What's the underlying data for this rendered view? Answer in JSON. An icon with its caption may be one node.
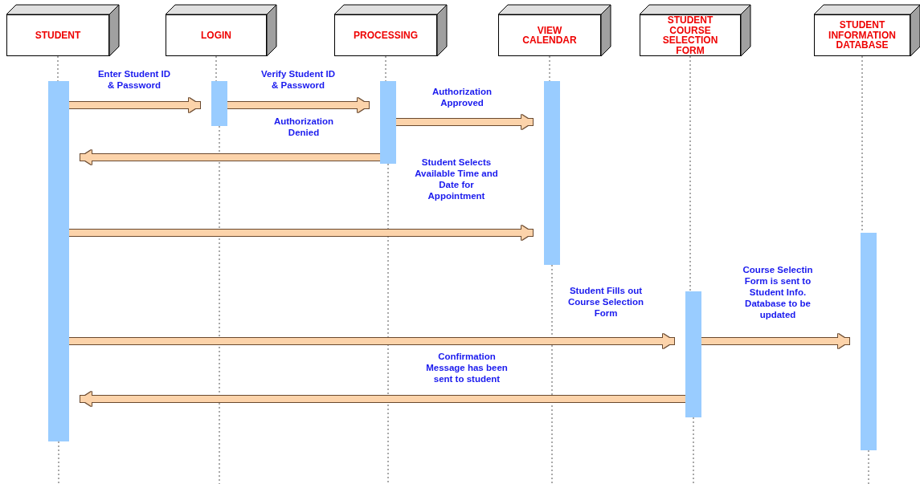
{
  "diagram": {
    "nodes": [
      {
        "text": [
          "STUDENT"
        ]
      },
      {
        "text": [
          "LOGIN"
        ]
      },
      {
        "text": [
          "PROCESSING"
        ]
      },
      {
        "text": [
          "VIEW CALENDAR"
        ]
      },
      {
        "text": [
          "STUDENT COURSE SELECTION FORM"
        ]
      },
      {
        "text": [
          "STUDENT INFORMATION DATABASE"
        ]
      },
      {
        "text": [],
        "shape": "bar"
      },
      {
        "text": [],
        "shape": "bar"
      },
      {
        "text": [],
        "shape": "bar"
      },
      {
        "text": [],
        "shape": "bar"
      },
      {
        "text": [],
        "shape": "bar"
      },
      {
        "text": [],
        "shape": "bar"
      }
    ],
    "edges": [
      {
        "from": 0,
        "to": 6,
        "arrow": "none",
        "style": "dashed",
        "color": "#555555"
      },
      {
        "from": 1,
        "to": 7,
        "arrow": "none",
        "style": "dashed",
        "color": "#555555"
      },
      {
        "from": 2,
        "to": 8,
        "arrow": "none",
        "style": "dashed",
        "color": "#555555"
      },
      {
        "from": 3,
        "to": 9,
        "arrow": "none",
        "style": "dashed",
        "color": "#555555"
      },
      {
        "from": 4,
        "to": 10,
        "arrow": "none",
        "style": "dashed",
        "color": "#555555"
      },
      {
        "from": 5,
        "to": 11,
        "arrow": "none",
        "style": "dashed",
        "color": "#555555"
      },
      {
        "from": 6,
        "to": 7,
        "arrow": "to",
        "label": "Enter Student ID & Password"
      },
      {
        "from": 7,
        "to": 8,
        "arrow": "to",
        "label": "Verify Student ID & Password"
      },
      {
        "from": 8,
        "to": 9,
        "arrow": "to",
        "label": "Authorization Approved"
      },
      {
        "from": 8,
        "to": 6,
        "arrow": "to",
        "label": "Authorization Denied"
      },
      {
        "from": 6,
        "to": 9,
        "arrow": "to",
        "label": "Student Selects Available Time and Date for Appointment"
      },
      {
        "from": 6,
        "to": 10,
        "arrow": "to",
        "label": "Student Fills out Course Selection Form"
      },
      {
        "from": 10,
        "to": 11,
        "arrow": "to",
        "label": "Course Selectin Form is sent to Student Info. Database to be updated"
      },
      {
        "from": 10,
        "to": 6,
        "arrow": "to",
        "label": "Confirmation Message has been sent to student"
      }
    ]
  }
}
